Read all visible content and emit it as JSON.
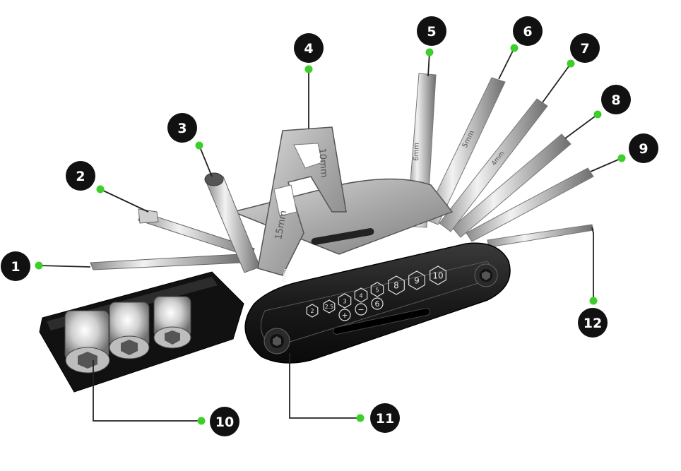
{
  "callouts": [
    {
      "label": "1"
    },
    {
      "label": "2"
    },
    {
      "label": "3"
    },
    {
      "label": "4"
    },
    {
      "label": "5"
    },
    {
      "label": "6"
    },
    {
      "label": "7"
    },
    {
      "label": "8"
    },
    {
      "label": "9"
    },
    {
      "label": "10"
    },
    {
      "label": "11"
    },
    {
      "label": "12"
    }
  ],
  "engravings": {
    "wrench_10": "10mm",
    "wrench_15": "15mm",
    "hex_6": "6mm",
    "hex_5": "5mm",
    "hex_4": "4mm",
    "side_mark": "mm",
    "size_row": [
      "2",
      "2.5",
      "3",
      "4",
      "5",
      "8",
      "9",
      "10"
    ],
    "sub_row": [
      "+",
      "−",
      "6"
    ]
  },
  "colors": {
    "callout_dot": "#3ccf2a",
    "badge": "#111111",
    "leader": "#222222",
    "body": "#1b1b1b",
    "steel": "#c9c9c9"
  }
}
